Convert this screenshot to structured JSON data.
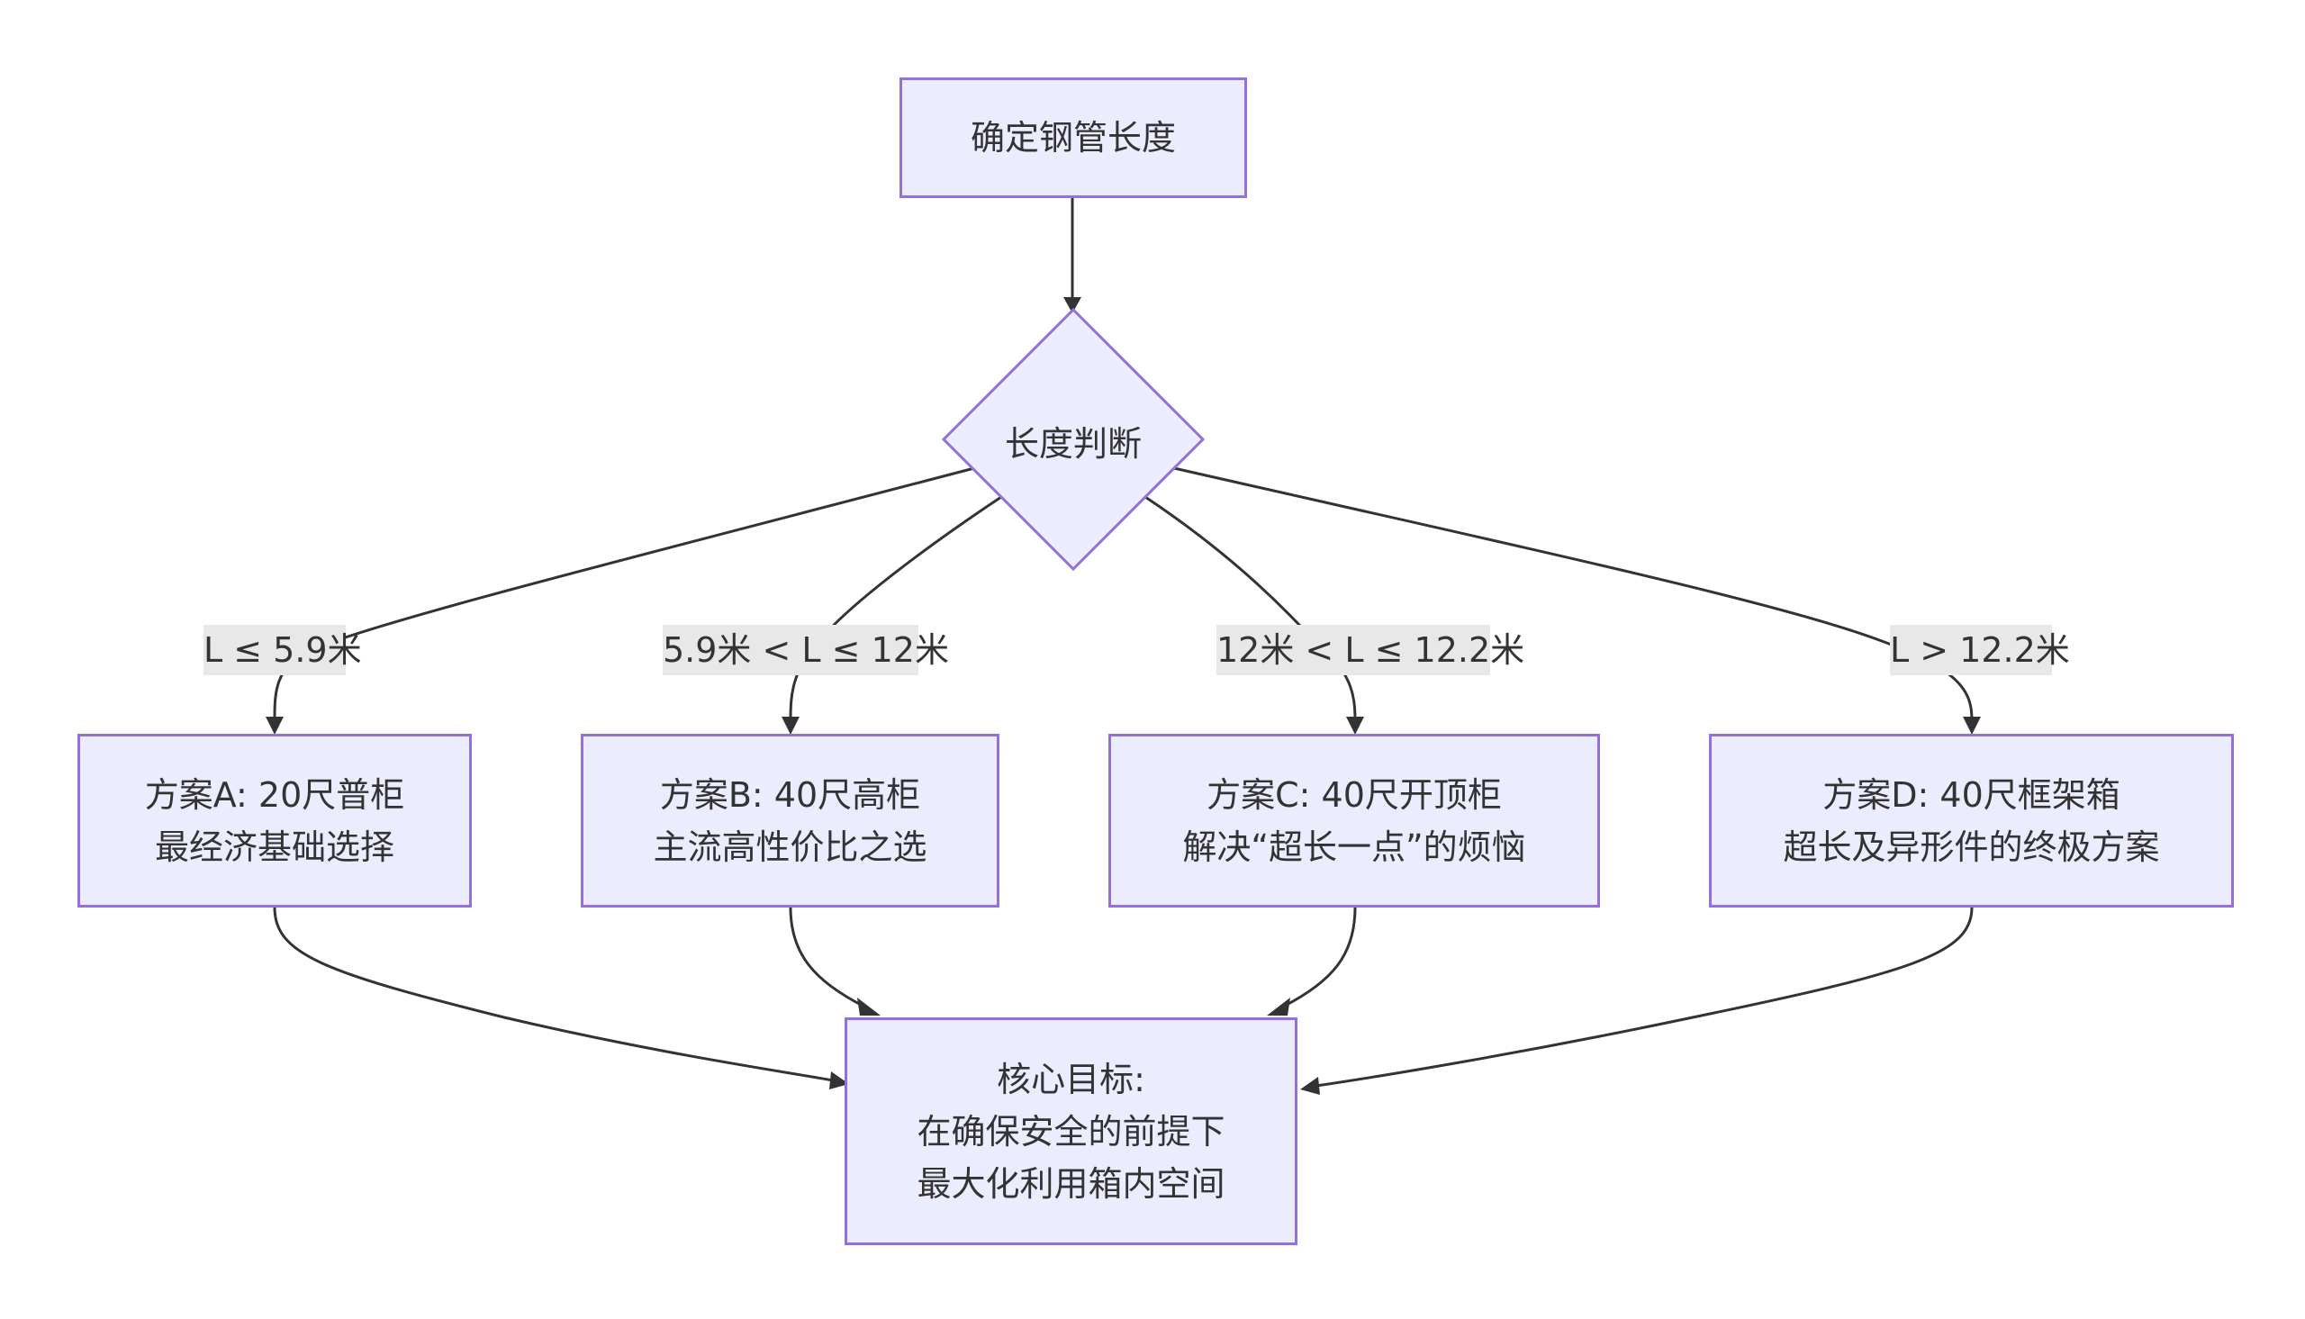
{
  "nodes": {
    "start": "确定钢管长度",
    "decision": "长度判断",
    "plan_a": [
      "方案A: 20尺普柜",
      "最经济基础选择"
    ],
    "plan_b": [
      "方案B: 40尺高柜",
      "主流高性价比之选"
    ],
    "plan_c": [
      "方案C: 40尺开顶柜",
      "解决“超长一点”的烦恼"
    ],
    "plan_d": [
      "方案D: 40尺框架箱",
      "超长及异形件的终极方案"
    ],
    "goal": [
      "核心目标:",
      "在确保安全的前提下",
      "最大化利用箱内空间"
    ]
  },
  "edge_labels": {
    "a": "L ≤ 5.9米",
    "b": "5.9米 < L ≤ 12米",
    "c": "12米 < L ≤ 12.2米",
    "d": "L > 12.2米"
  },
  "colors": {
    "node_fill": "#ececff",
    "node_border": "#9370db",
    "edge": "#333333",
    "label_bg": "#e8e8e8"
  }
}
